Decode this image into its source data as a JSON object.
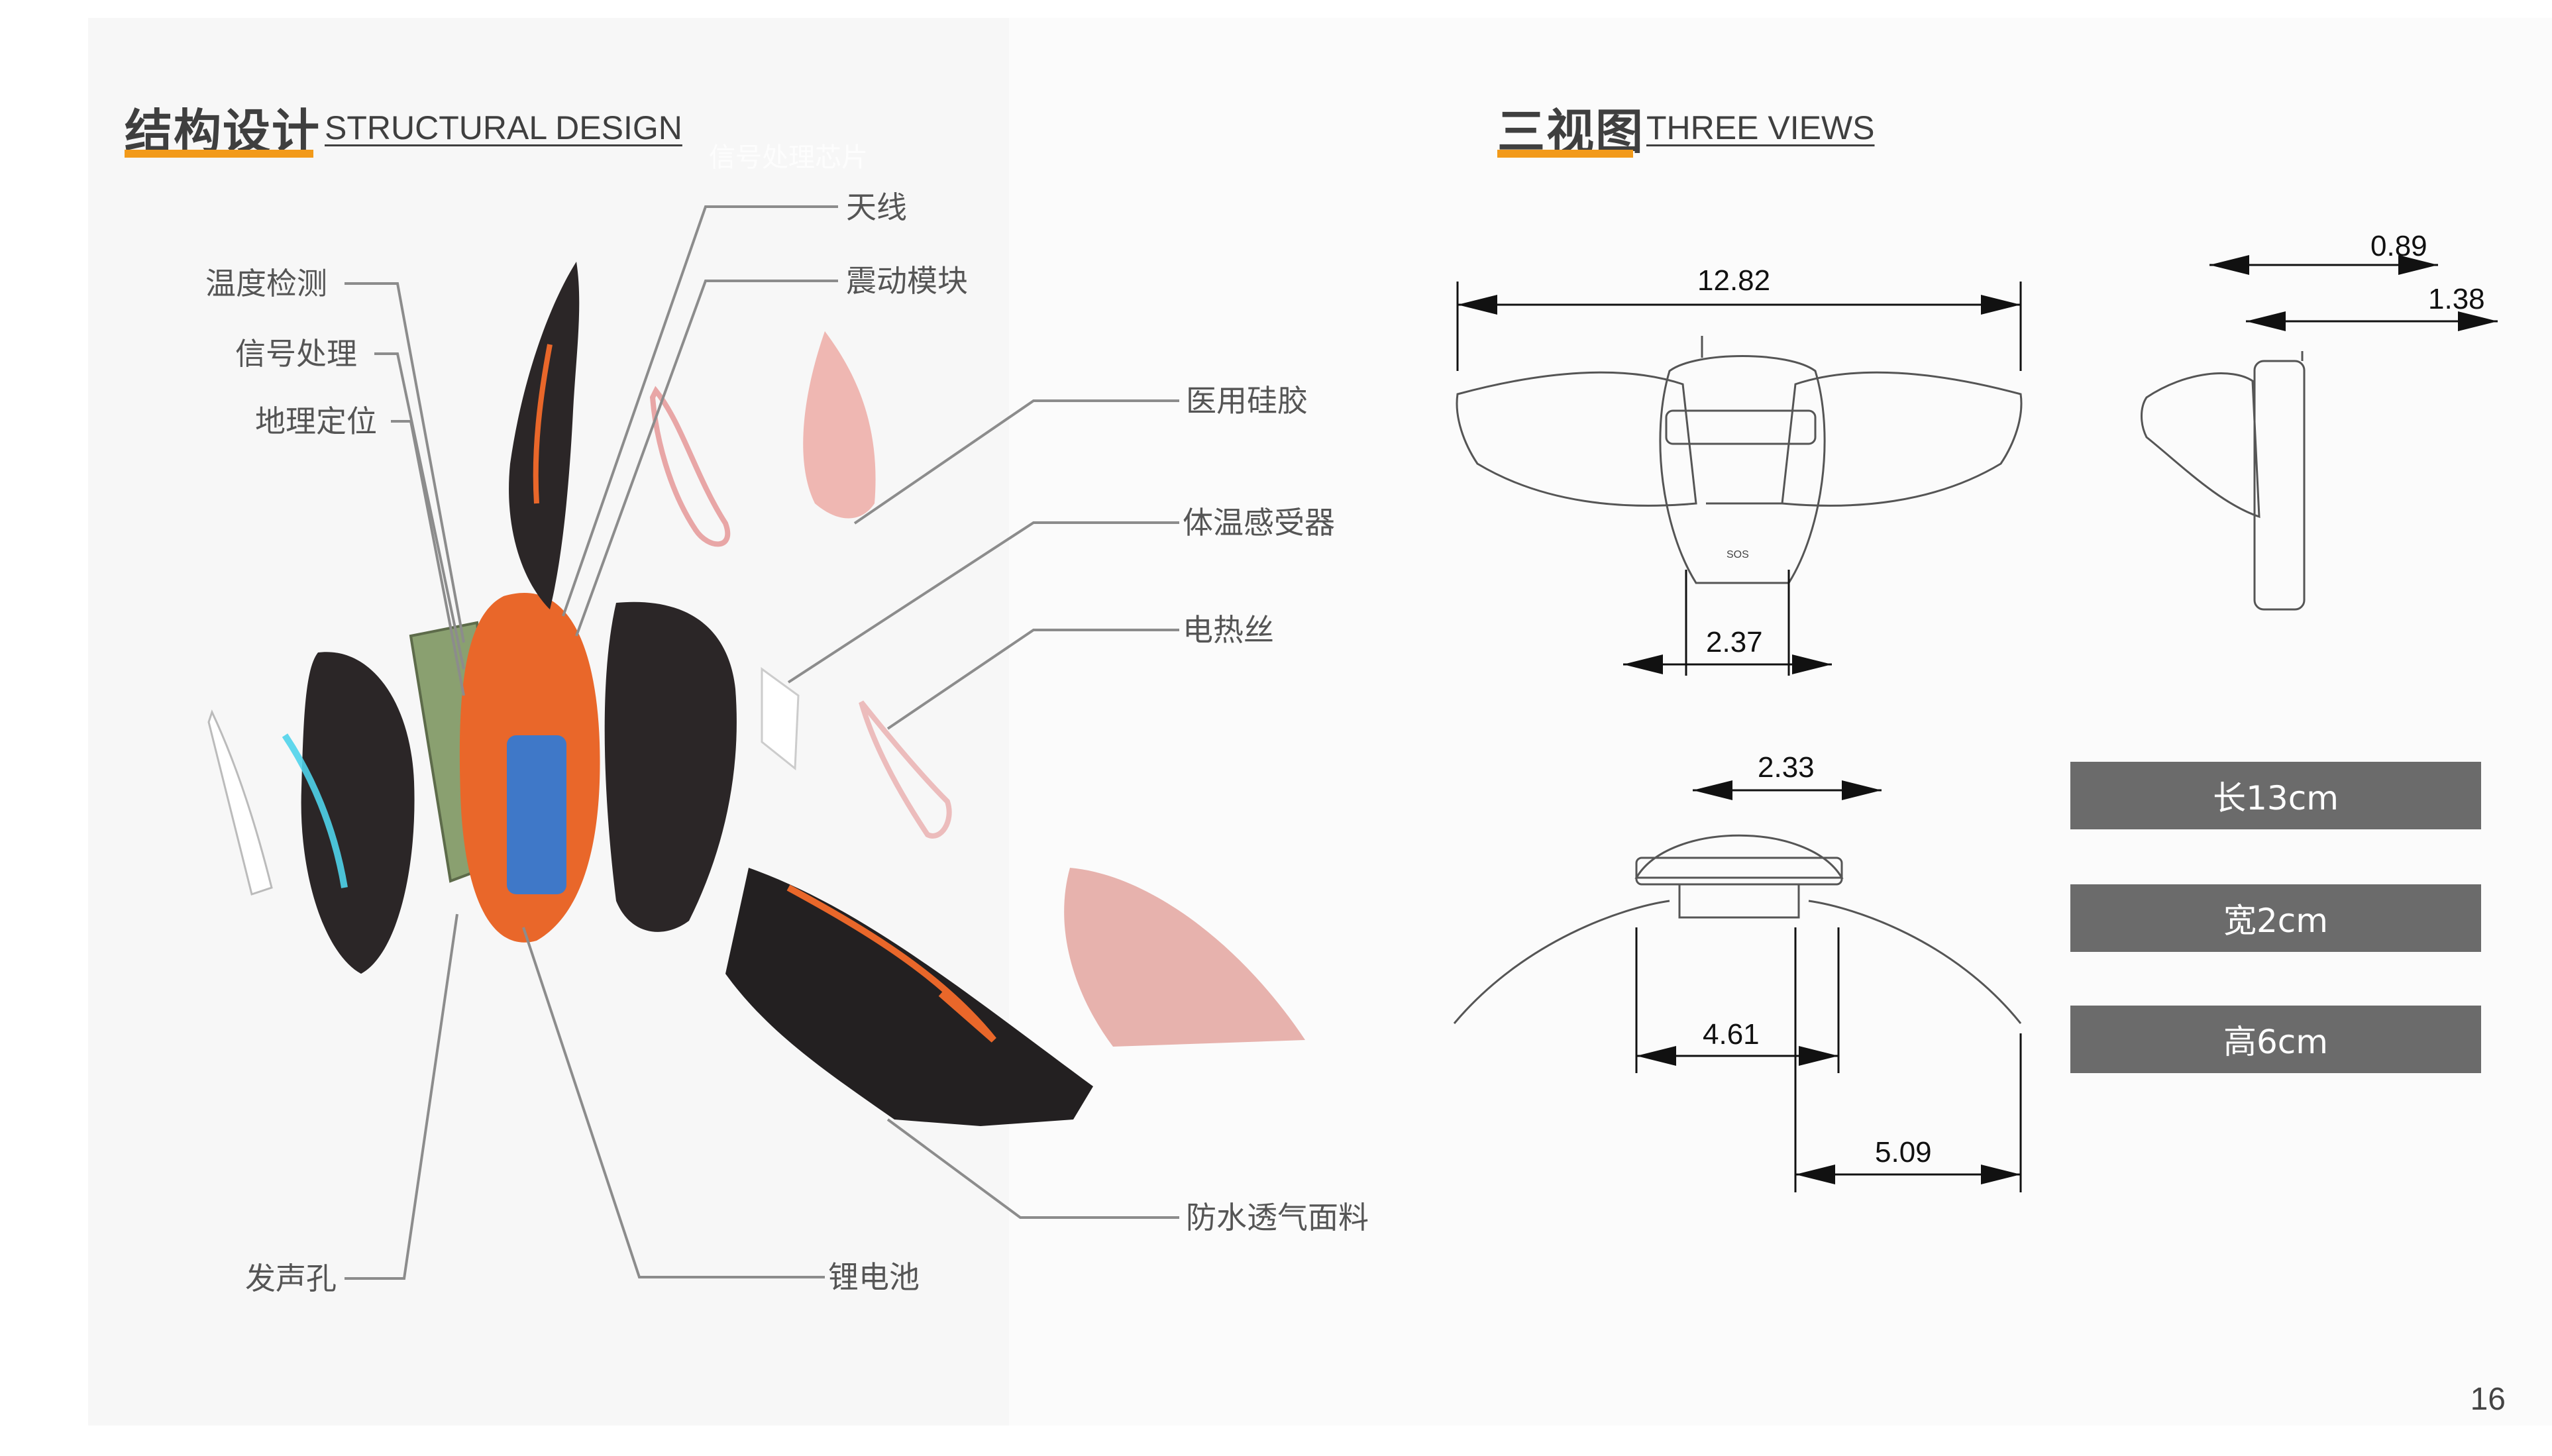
{
  "left_title": {
    "zh": "结构设计",
    "en": "STRUCTURAL DESIGN"
  },
  "right_title": {
    "zh": "三视图",
    "en": "THREE VIEWS"
  },
  "ghost_label": "信号处理芯片",
  "labels_left": [
    "温度检测",
    "信号处理",
    "地理定位",
    "发声孔"
  ],
  "labels_right": [
    "天线",
    "震动模块",
    "医用硅胶",
    "体温感受器",
    "电热丝",
    "锂电池",
    "防水透气面料"
  ],
  "front_view": {
    "sos_mark": "SOS",
    "width": "12.82",
    "bottom": "2.37"
  },
  "side_view": {
    "top": "0.89",
    "depth": "1.38"
  },
  "top_view": {
    "top": "2.33",
    "mid": "4.61",
    "right": "5.09"
  },
  "specs": [
    "长13cm",
    "宽2cm",
    "高6cm"
  ],
  "page_number": "16",
  "colors": {
    "accent": "#f29a1a",
    "device_orange": "#e9672a",
    "device_dark": "#2a2526",
    "silicone_pink": "#efb7b2",
    "spec_box": "#6b6b6b"
  }
}
